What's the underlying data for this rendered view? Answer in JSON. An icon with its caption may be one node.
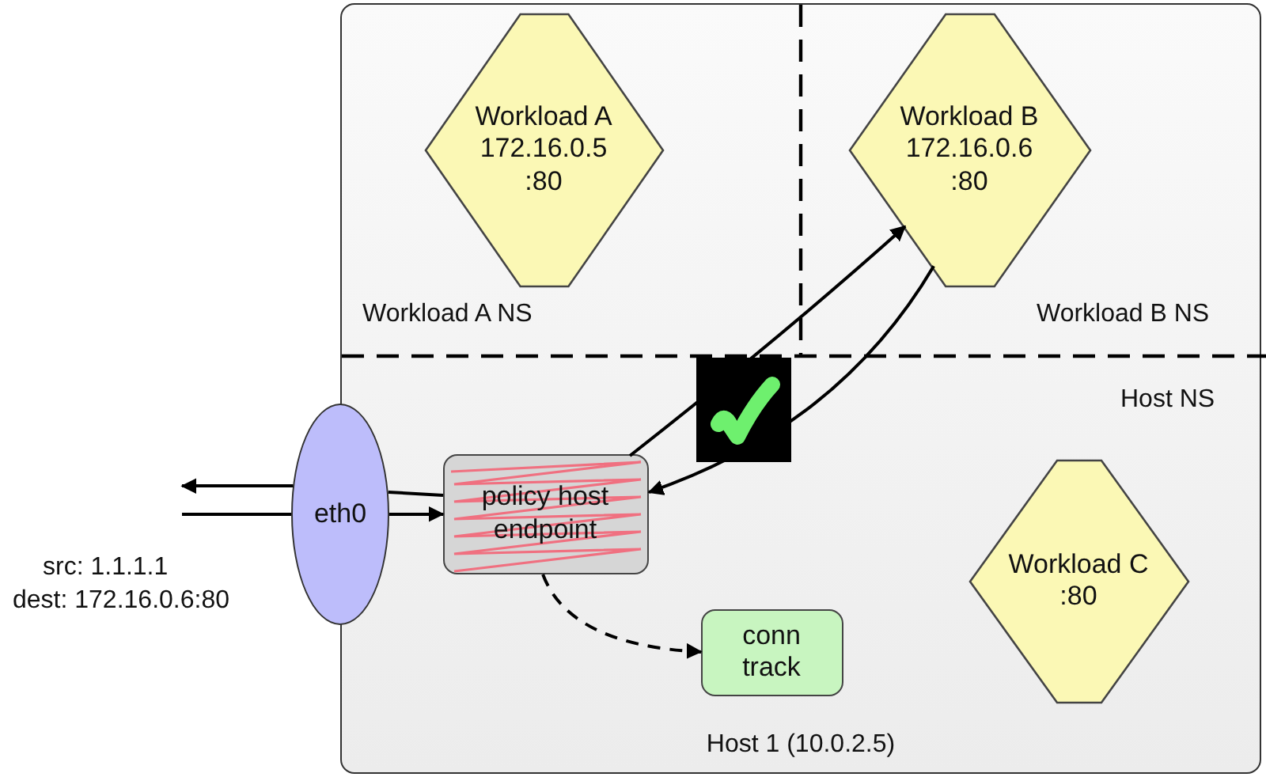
{
  "diagram": {
    "nodes": [
      {
        "text": [
          "Host 1 (10.0.2.5)"
        ]
      },
      {
        "text": [
          "Workload A 172.16.0.5 :80"
        ],
        "in": 0
      },
      {
        "text": [
          "Workload B 172.16.0.6 :80"
        ],
        "in": 0
      },
      {
        "text": [
          "eth0"
        ]
      },
      {
        "text": [
          "policy host endpoint"
        ],
        "in": 0
      },
      {
        "text": [
          "conn track"
        ],
        "in": 0
      },
      {
        "text": [
          "Workload C :80"
        ],
        "in": 0
      }
    ],
    "edges": [
      {
        "from": 3,
        "to": null,
        "arrow": "to"
      },
      {
        "from": null,
        "to": 3,
        "arrow": "none"
      },
      {
        "from": 3,
        "to": 4,
        "arrow": "to"
      },
      {
        "from": 4,
        "to": 3,
        "arrow": "none"
      },
      {
        "from": 4,
        "to": 2,
        "arrow": "to"
      },
      {
        "from": 2,
        "to": 4,
        "arrow": "to"
      },
      {
        "from": 4,
        "to": 5,
        "arrow": "to",
        "style": "dashed"
      }
    ],
    "labels": [
      "Workload A NS",
      "Workload B NS",
      "Host NS",
      "src: 1.1.1.1",
      "dest: 172.16.0.6:80"
    ]
  }
}
